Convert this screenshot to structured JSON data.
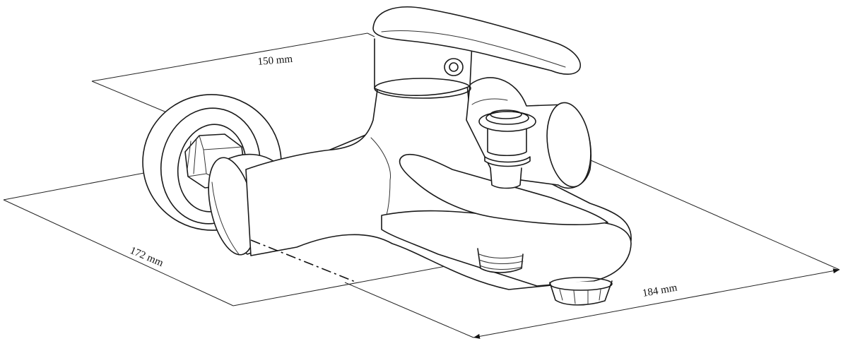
{
  "dimensions": {
    "depth": "150 mm",
    "wall_span": "172 mm",
    "spout_length": "184 mm"
  },
  "colors": {
    "line": "#1a1a1a",
    "background": "#ffffff"
  }
}
